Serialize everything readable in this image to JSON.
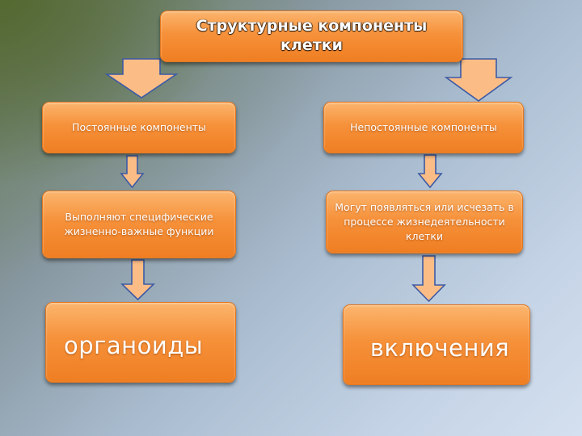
{
  "title": "Структурные компоненты клетки",
  "left": {
    "component": "Постоянные компоненты",
    "description": "Выполняют специфические жизненно-важные функции",
    "result": "органоиды"
  },
  "right": {
    "component": "Непостоянные компоненты",
    "description": "Могут появляться или исчезать в процессе жизнедеятельности клетки",
    "result": "включения"
  },
  "colors": {
    "box_fill": "#f6913a",
    "arrow_fill": "#fbbd85",
    "arrow_stroke": "#3c5aa6"
  }
}
